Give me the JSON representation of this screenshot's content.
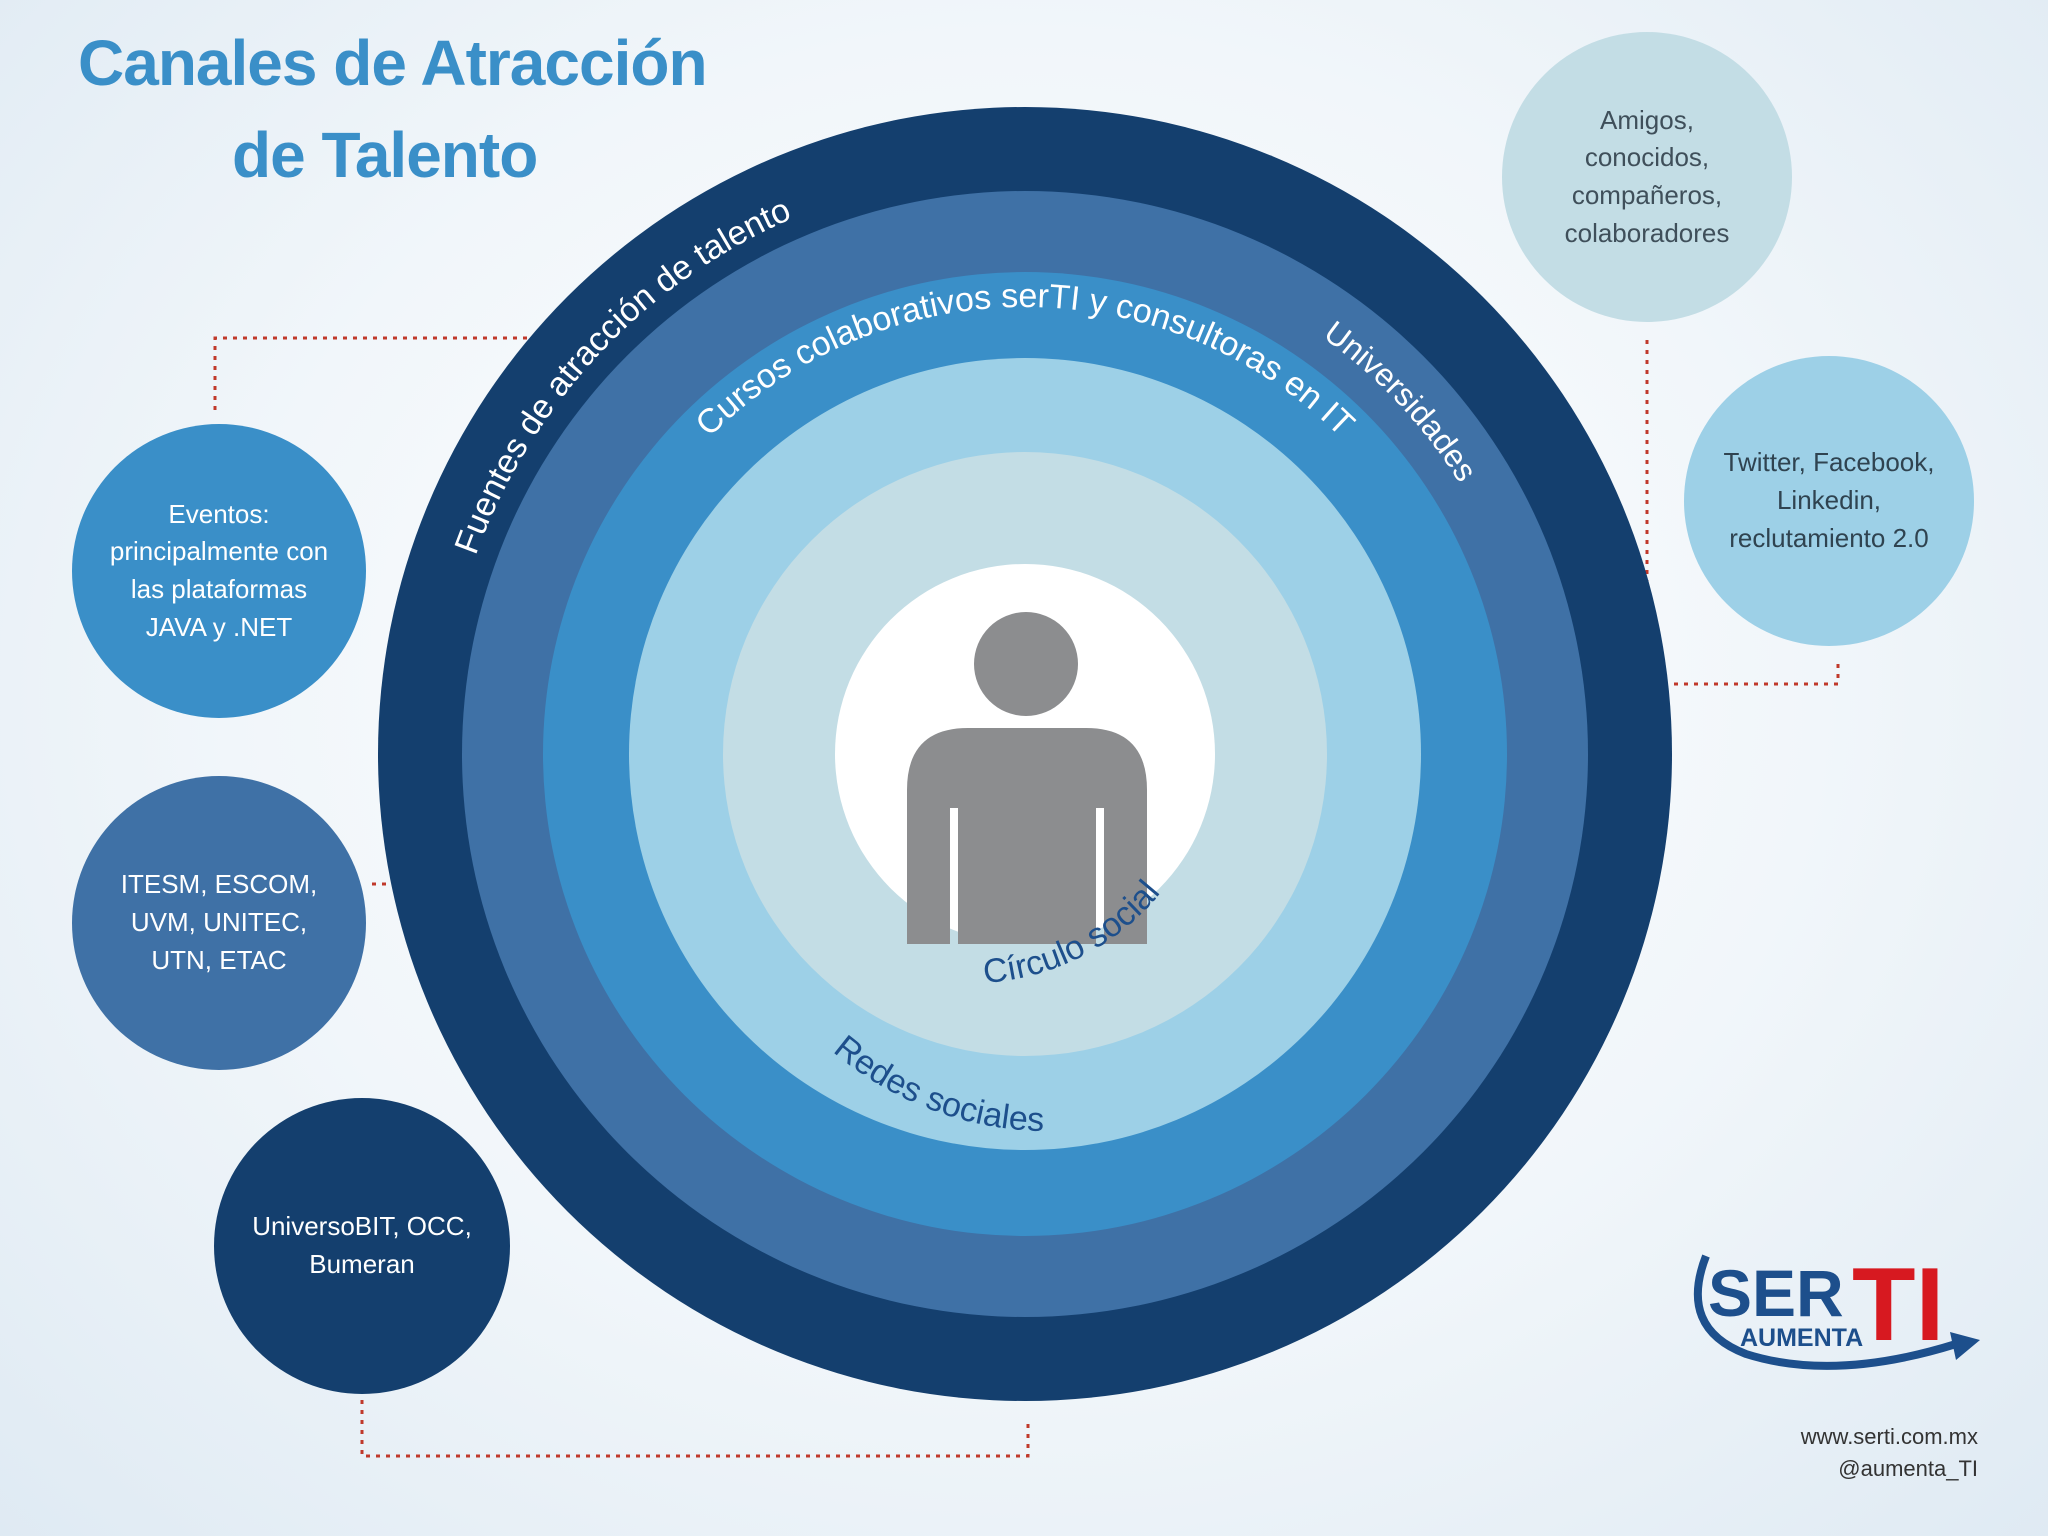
{
  "title": {
    "line1": "Canales de Atracción",
    "line2": "de Talento"
  },
  "rings": [
    {
      "label": "Fuentes de atracción de talento",
      "color": "#143f6e"
    },
    {
      "label": "Universidades",
      "color": "#3f71a6"
    },
    {
      "label": "Cursos colaborativos serTI y consultoras en IT",
      "color": "#3a8fc8"
    },
    {
      "label": "Redes sociales",
      "color": "#9dd0e7"
    },
    {
      "label": "Círculo social",
      "color": "#c3dde5"
    }
  ],
  "center_icon": "person-icon",
  "callouts": {
    "amigos": "Amigos, conocidos, compañeros, colaboradores",
    "twitter": "Twitter, Facebook, Linkedin, reclutamiento 2.0",
    "eventos": "Eventos: principalmente con las plataformas JAVA y .NET",
    "universidades": "ITESM, ESCOM, UVM, UNITEC, UTN, ETAC",
    "bolsas": "UniversoBIT, OCC, Bumeran"
  },
  "logo": {
    "ser": "SER",
    "ti": "TI",
    "aumenta": "AUMENTA"
  },
  "footer": {
    "web": "www.serti.com.mx",
    "handle": "@aumenta_TI"
  },
  "colors": {
    "title": "#3a8fc8",
    "connector": "#c0392b",
    "person": "#8c8d8f",
    "logo_blue": "#1d4f8c",
    "logo_red": "#d71920"
  }
}
